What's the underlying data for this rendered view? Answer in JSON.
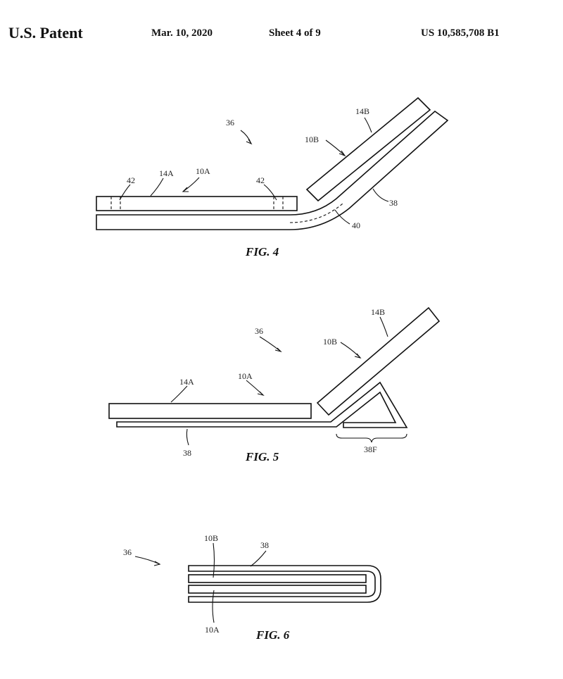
{
  "header": {
    "left": "U.S. Patent",
    "date": "Mar. 10, 2020",
    "sheet": "Sheet 4 of 9",
    "number": "US 10,585,708 B1"
  },
  "fig4": {
    "caption": "FIG. 4",
    "labels": {
      "l36": "36",
      "l14b": "14B",
      "l10b": "10B",
      "l42a": "42",
      "l14a": "14A",
      "l10a": "10A",
      "l42b": "42",
      "l38": "38",
      "l40": "40"
    }
  },
  "fig5": {
    "caption": "FIG. 5",
    "labels": {
      "l14b": "14B",
      "l36": "36",
      "l10b": "10B",
      "l14a": "14A",
      "l10a": "10A",
      "l38": "38",
      "l38f": "38F"
    }
  },
  "fig6": {
    "caption": "FIG. 6",
    "labels": {
      "l36": "36",
      "l10b": "10B",
      "l38": "38",
      "l10a": "10A"
    }
  }
}
